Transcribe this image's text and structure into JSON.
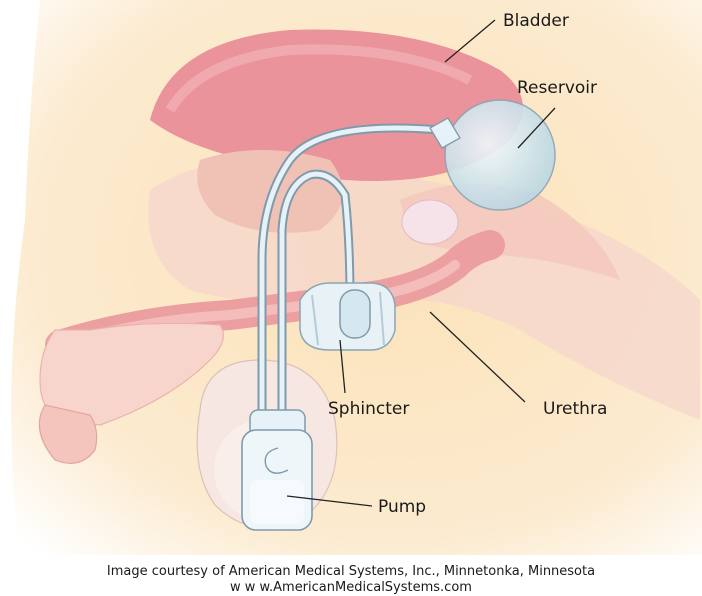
{
  "labels": {
    "bladder": "Bladder",
    "reservoir": "Reservoir",
    "sphincter": "Sphincter",
    "urethra": "Urethra",
    "pump": "Pump"
  },
  "credit": {
    "line1": "Image courtesy of American Medical Systems, Inc., Minnetonka, Minnesota",
    "line2": "w w w.AmericanMedicalSystems.com"
  },
  "colors": {
    "background": "#fbe7c4",
    "tissue_pink": "#f2c7c4",
    "bladder": "#e88f97",
    "device": "#d9ecf4",
    "device_outline": "#7f9bab"
  }
}
